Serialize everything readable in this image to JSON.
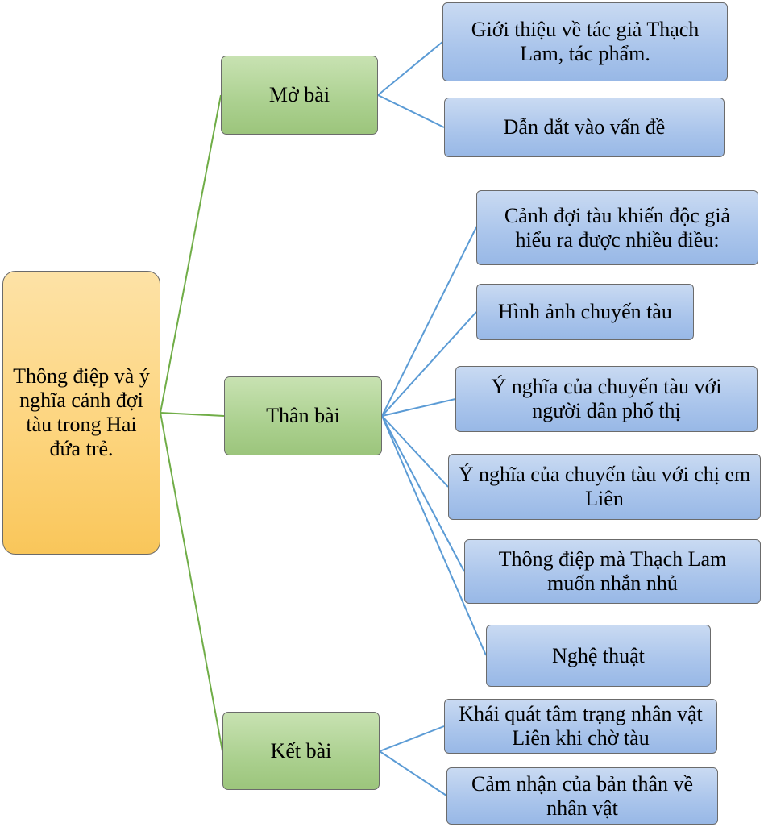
{
  "root": {
    "label": "Thông điệp và ý nghĩa cảnh đợi tàu trong Hai đứa trẻ."
  },
  "sections": [
    {
      "label": "Mở bài"
    },
    {
      "label": "Thân bài"
    },
    {
      "label": "Kết bài"
    }
  ],
  "leaves": [
    {
      "label": "Giới thiệu về tác giả Thạch Lam, tác phẩm."
    },
    {
      "label": "Dẫn dắt vào vấn đề"
    },
    {
      "label": "Cảnh đợi tàu khiến độc giả hiểu ra được nhiều điều:"
    },
    {
      "label": "Hình ảnh chuyến tàu"
    },
    {
      "label": "Ý nghĩa của chuyến tàu với người dân phố thị"
    },
    {
      "label": "Ý nghĩa của chuyến tàu với chị em Liên"
    },
    {
      "label": "Thông điệp mà Thạch Lam muốn nhắn nhủ"
    },
    {
      "label": "Nghệ thuật"
    },
    {
      "label": "Khái quát tâm trạng nhân vật Liên khi chờ tàu"
    },
    {
      "label": "Cảm nhận của bản thân về nhân vật"
    }
  ],
  "colors": {
    "root_fill": "#fdd57f",
    "section_fill": "#abd08f",
    "leaf_fill": "#a9c4eb",
    "section_connector": "#70ad47",
    "leaf_connector": "#5b9bd5",
    "border": "#6b6b6b"
  }
}
